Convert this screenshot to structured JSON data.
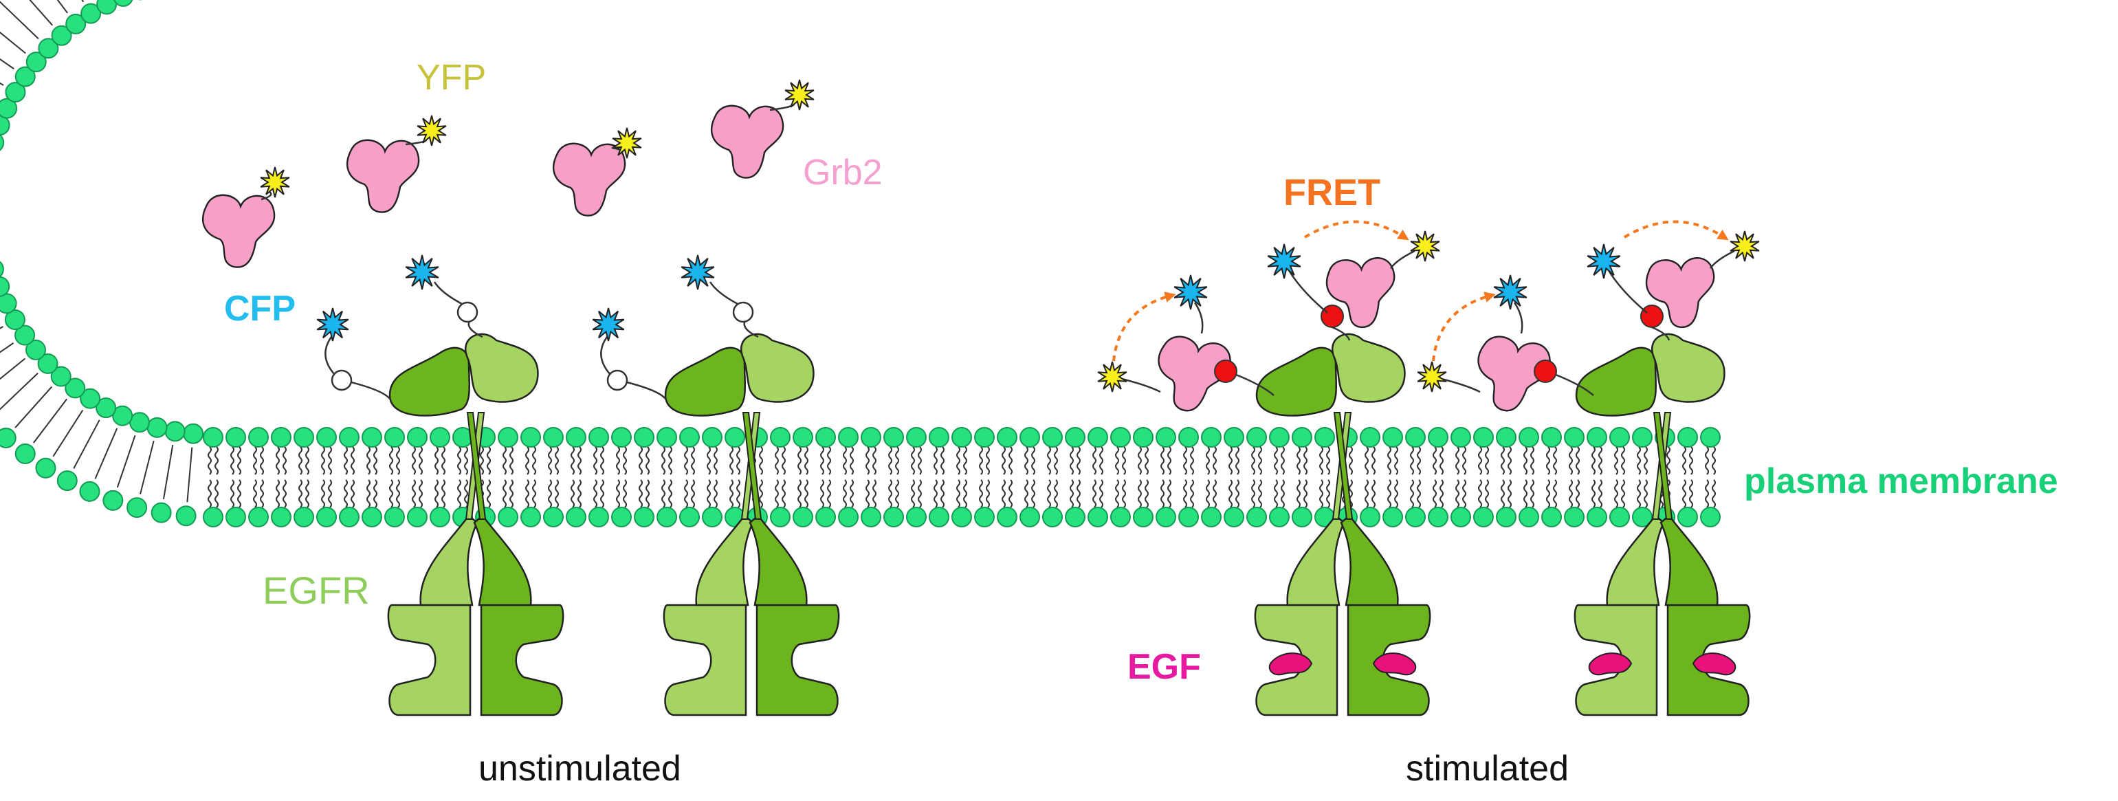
{
  "labels": {
    "yfp": "YFP",
    "grb2": "Grb2",
    "cfp": "CFP",
    "fret": "FRET",
    "egfr": "EGFR",
    "egf": "EGF",
    "plasma_membrane": "plasma membrane",
    "unstimulated": "unstimulated",
    "stimulated": "stimulated"
  },
  "colors": {
    "lipid_head": "#27e07e",
    "tail": "#333333",
    "egfr_light": "#a5d462",
    "egfr_dark": "#6cb51f",
    "grb2": "#f6a0c8",
    "yfp": "#f8ef1c",
    "cfp": "#1ab4ef",
    "egf": "#e8137a",
    "phospho": "#ee1111",
    "fret_arrow": "#f5781e",
    "yfp_text": "#c6c23a",
    "grb2_text": "#f49fcf",
    "cfp_text": "#23bdf0",
    "fret_text": "#f37321",
    "egfr_text": "#8fcd5a",
    "egf_text": "#e51aa0",
    "membrane_text": "#18d078",
    "condition_text": "#111111"
  },
  "icons": [
    "lipid-bilayer",
    "egfr-receptor",
    "grb2-protein",
    "yfp-star",
    "cfp-star",
    "egf-ligand",
    "phospho-dot",
    "fret-arrow"
  ]
}
